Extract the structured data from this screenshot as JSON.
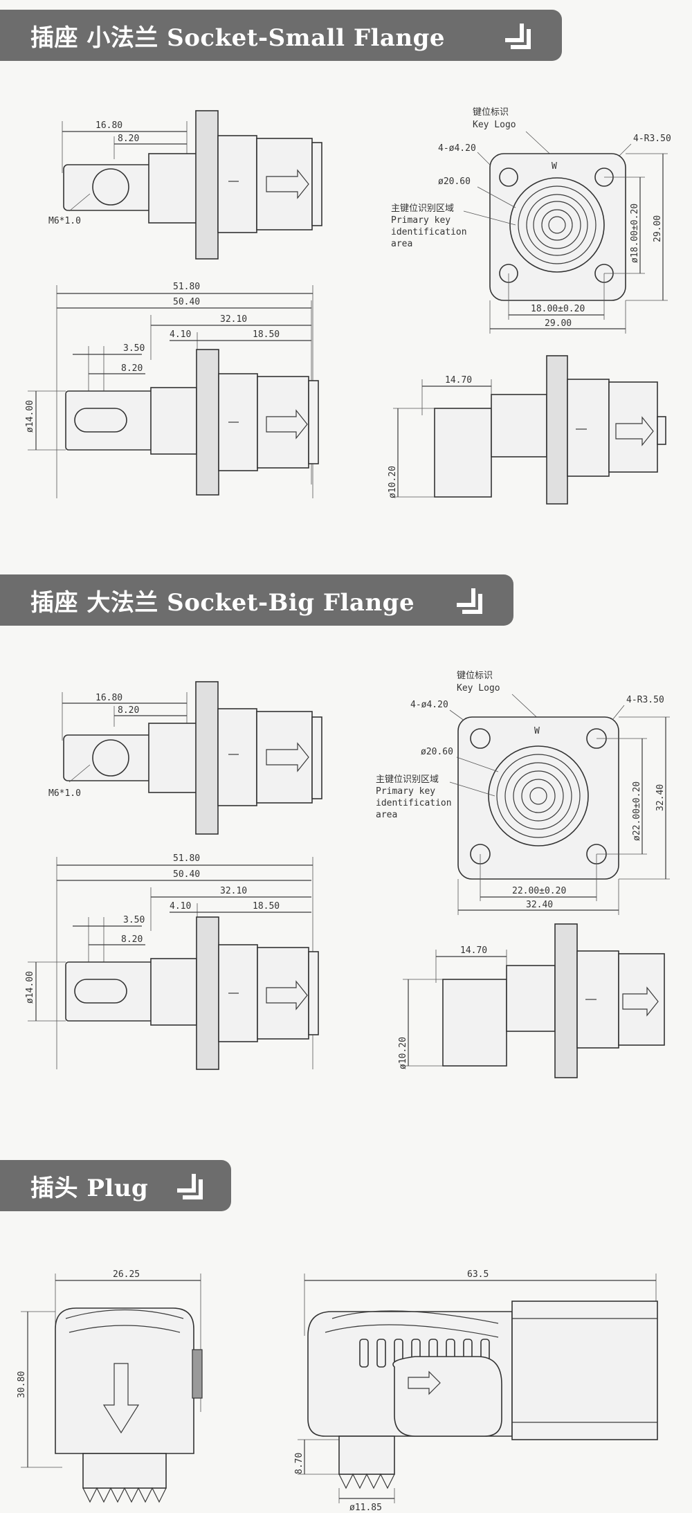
{
  "sections": {
    "small": {
      "title": "插座 小法兰 Socket-Small Flange"
    },
    "big": {
      "title": "插座 大法兰 Socket-Big Flange"
    },
    "plug": {
      "title": "插头 Plug"
    }
  },
  "small_flange": {
    "dims": {
      "d1680": "16.80",
      "d820": "8.20",
      "m6": "M6*1.0",
      "d5180": "51.80",
      "d5040": "50.40",
      "d3210": "32.10",
      "d350": "3.50",
      "d410": "4.10",
      "d1850": "18.50",
      "d820b": "8.20",
      "d1400": "ø14.00",
      "d1470": "14.70",
      "d1020": "ø10.20",
      "hole": "4-ø4.20",
      "radius": "4-R3.50",
      "d2060": "ø20.60",
      "pitch_v": "ø18.00±0.20",
      "size_v": "29.00",
      "pitch_h": "18.00±0.20",
      "size_h": "29.00",
      "key_logo_cn": "键位标识",
      "key_logo_en": "Key Logo",
      "primary_cn": "主键位识别区域",
      "primary_1": "Primary key",
      "primary_2": "identification",
      "primary_3": "area",
      "w": "W"
    }
  },
  "big_flange": {
    "dims": {
      "d1680": "16.80",
      "d820": "8.20",
      "m6": "M6*1.0",
      "d5180": "51.80",
      "d5040": "50.40",
      "d3210": "32.10",
      "d350": "3.50",
      "d410": "4.10",
      "d1850": "18.50",
      "d820b": "8.20",
      "d1400": "ø14.00",
      "d1470": "14.70",
      "d1020": "ø10.20",
      "hole": "4-ø4.20",
      "radius": "4-R3.50",
      "d2060": "ø20.60",
      "pitch_v": "ø22.00±0.20",
      "size_v": "32.40",
      "pitch_h": "22.00±0.20",
      "size_h": "32.40",
      "key_logo_cn": "键位标识",
      "key_logo_en": "Key Logo",
      "primary_cn": "主键位识别区域",
      "primary_1": "Primary key",
      "primary_2": "identification",
      "primary_3": "area",
      "w": "W"
    }
  },
  "plug": {
    "dims": {
      "d2625": "26.25",
      "d3080": "30.80",
      "d635": "63.5",
      "d870": "8.70",
      "d1185": "ø11.85"
    }
  }
}
